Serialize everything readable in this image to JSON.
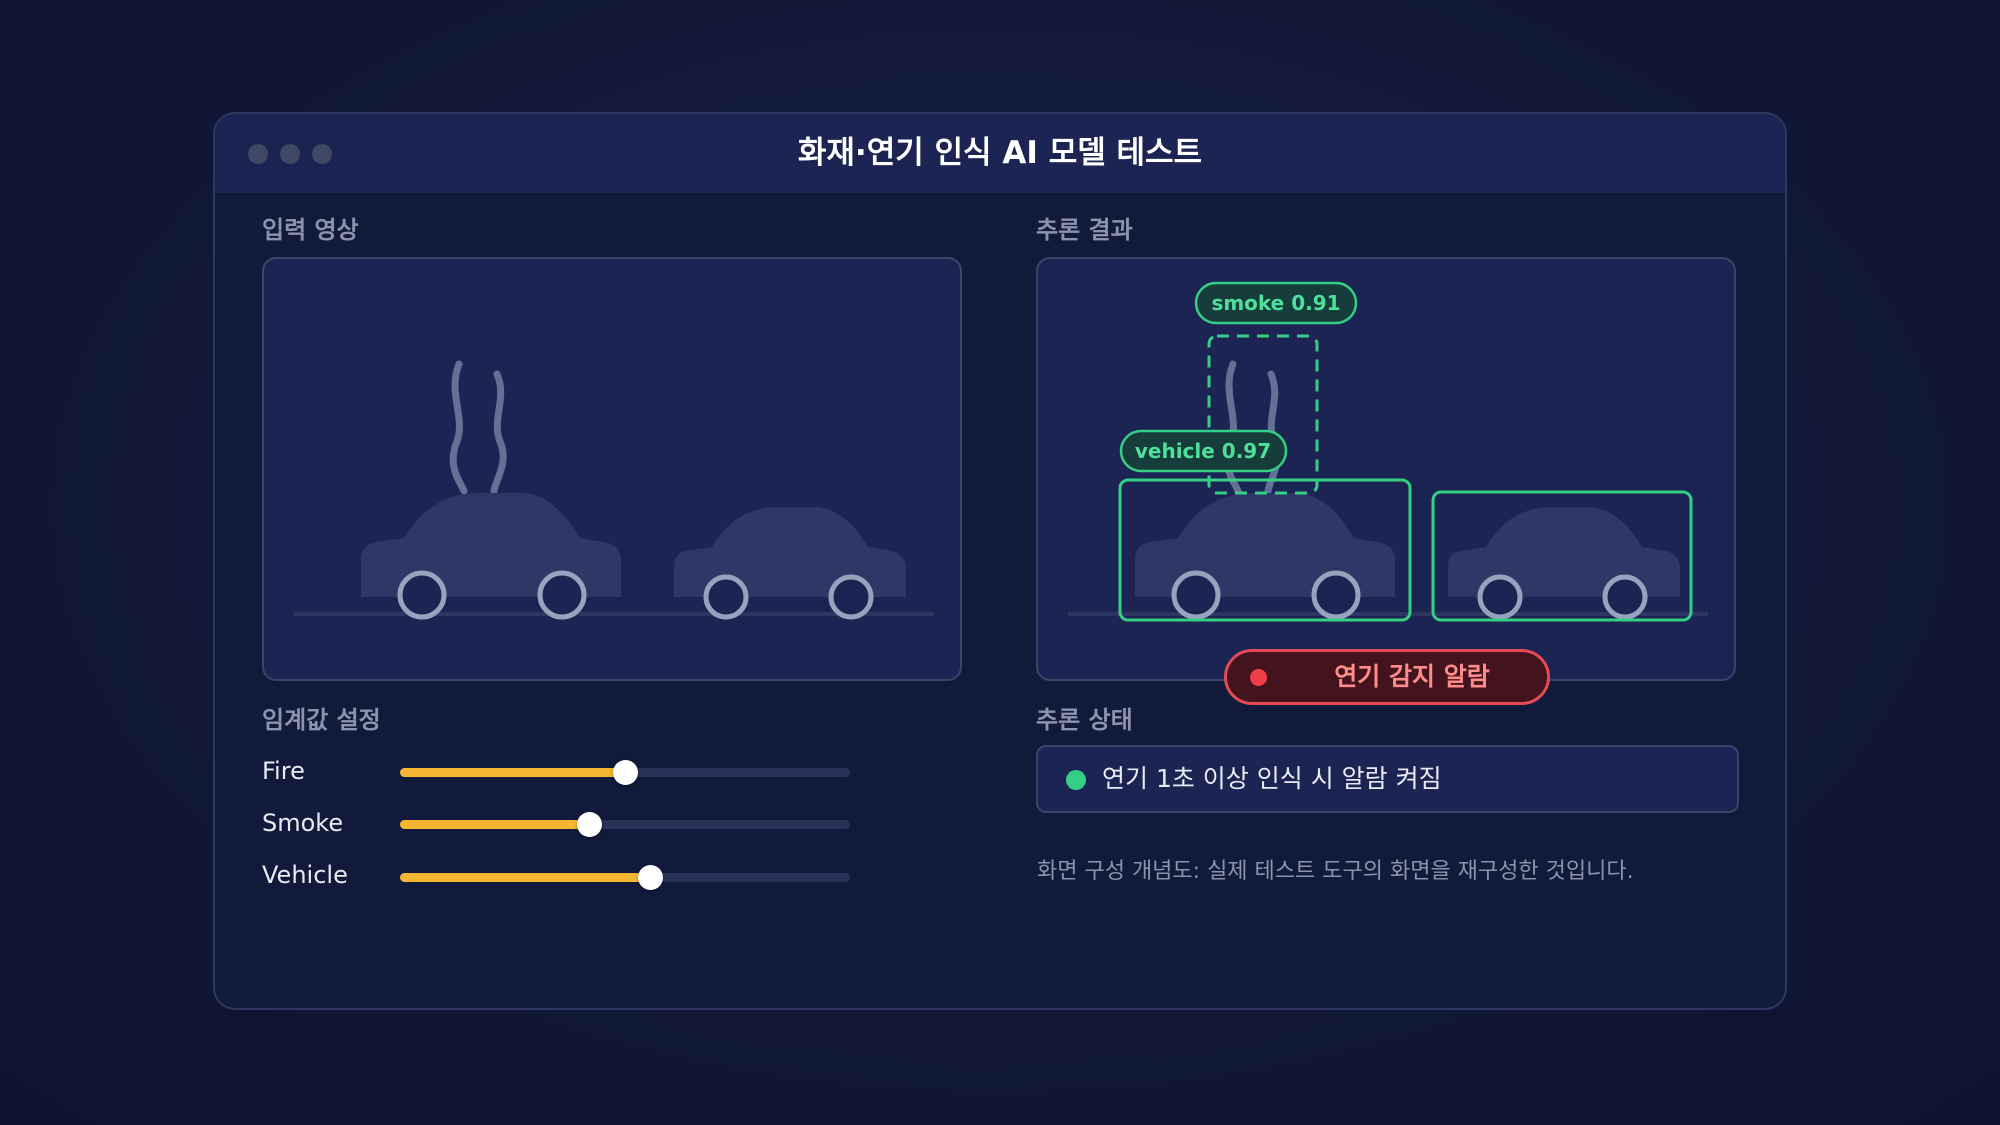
{
  "window": {
    "title": "화재·연기 인식 AI 모델 테스트"
  },
  "input_panel": {
    "label": "입력 영상"
  },
  "result_panel": {
    "label": "추론 결과",
    "detections": [
      {
        "label": "smoke 0.91",
        "style": "dashed"
      },
      {
        "label": "vehicle 0.97",
        "style": "solid"
      },
      {
        "label": "",
        "style": "solid"
      }
    ]
  },
  "alarm": {
    "text": "연기 감지 알람",
    "color": "#e24a55"
  },
  "threshold": {
    "label": "임계값 설정",
    "sliders": [
      {
        "name": "Fire",
        "value": 0.5
      },
      {
        "name": "Smoke",
        "value": 0.42
      },
      {
        "name": "Vehicle",
        "value": 0.555
      }
    ]
  },
  "status": {
    "label": "추론 상태",
    "text": "연기 1초 이상 인식 시 알람 켜짐",
    "indicator_color": "#34cf85"
  },
  "caption": "화면 구성 개념도: 실제 테스트 도구의 화면을 재구성한 것입니다.",
  "colors": {
    "accent_detection": "#34cf85",
    "slider_fill": "#f5b731",
    "alarm": "#e24a55"
  }
}
